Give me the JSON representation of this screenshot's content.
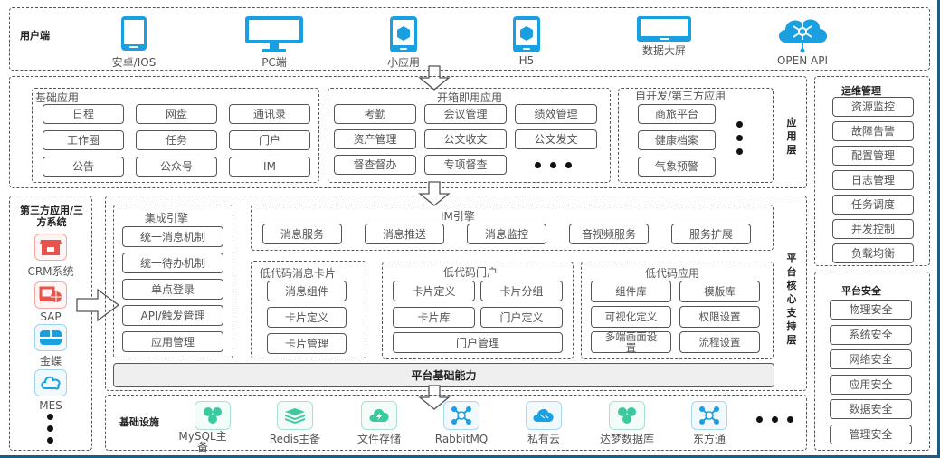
{
  "user_layer": {
    "title": "用户端",
    "clients": [
      {
        "icon": "tablet-icon",
        "label": "安卓/IOS"
      },
      {
        "icon": "monitor-icon",
        "label": "PC端"
      },
      {
        "icon": "mini-app-icon",
        "label": "小应用"
      },
      {
        "icon": "h5-icon",
        "label": "H5"
      },
      {
        "icon": "big-screen-icon",
        "label": "数据大屏"
      },
      {
        "icon": "cloud-api-icon",
        "label": "OPEN API"
      }
    ]
  },
  "app_layer": {
    "side_label": "应用层",
    "basic_apps": {
      "title": "基础应用",
      "items": [
        "日程",
        "网盘",
        "通讯录",
        "工作圈",
        "任务",
        "门户",
        "公告",
        "公众号",
        "IM"
      ]
    },
    "ready_apps": {
      "title": "开箱即用应用",
      "items": [
        "考勤",
        "会议管理",
        "绩效管理",
        "资产管理",
        "公文收文",
        "公文发文",
        "督查督办",
        "专项督查"
      ],
      "more": "more-dots"
    },
    "third_party_apps": {
      "title": "自开发/第三方应用",
      "items": [
        "商旅平台",
        "健康档案",
        "气象预警"
      ],
      "more": "more-dots"
    }
  },
  "third_party_systems": {
    "title": "第三方应用/三方系统",
    "systems": [
      {
        "icon": "crm-store-icon",
        "label": "CRM系统",
        "color": "#e8534a"
      },
      {
        "icon": "sap-computer-icon",
        "label": "SAP",
        "color": "#e8534a"
      },
      {
        "icon": "kingdee-icon",
        "label": "金蝶",
        "color": "#1aa0e0"
      },
      {
        "icon": "mes-cloud-icon",
        "label": "MES",
        "color": "#1aa0e0"
      }
    ]
  },
  "core_layer": {
    "side_label": "平台核心支持层",
    "integration_engine": {
      "title": "集成引擎",
      "items": [
        "统一消息机制",
        "统一待办机制",
        "单点登录",
        "API/触发管理",
        "应用管理"
      ]
    },
    "im_engine": {
      "title": "IM引擎",
      "items": [
        "消息服务",
        "消息推送",
        "消息监控",
        "音视频服务",
        "服务扩展"
      ]
    },
    "lowcode_card": {
      "title": "低代码消息卡片",
      "items": [
        "消息组件",
        "卡片定义",
        "卡片管理"
      ]
    },
    "lowcode_portal": {
      "title": "低代码门户",
      "items": [
        "卡片定义",
        "卡片分组",
        "卡片库",
        "门户定义",
        "门户管理"
      ]
    },
    "lowcode_app": {
      "title": "低代码应用",
      "items": [
        "组件库",
        "模版库",
        "可视化定义",
        "权限设置",
        "多端画面设置",
        "流程设置"
      ]
    },
    "foundation": "平台基础能力"
  },
  "infrastructure": {
    "title": "基础设施",
    "items": [
      {
        "icon": "mysql-icon",
        "label": "MySQL主备"
      },
      {
        "icon": "redis-icon",
        "label": "Redis主备"
      },
      {
        "icon": "file-storage-icon",
        "label": "文件存储"
      },
      {
        "icon": "rabbitmq-icon",
        "label": "RabbitMQ"
      },
      {
        "icon": "private-cloud-icon",
        "label": "私有云"
      },
      {
        "icon": "dameng-db-icon",
        "label": "达梦数据库"
      },
      {
        "icon": "dongfangtong-icon",
        "label": "东方通"
      }
    ]
  },
  "ops": {
    "title": "运维管理",
    "items": [
      "资源监控",
      "故障告警",
      "配置管理",
      "日志管理",
      "任务调度",
      "并发控制",
      "负载均衡"
    ]
  },
  "security": {
    "title": "平台安全",
    "items": [
      "物理安全",
      "系统安全",
      "网络安全",
      "应用安全",
      "数据安全",
      "管理安全"
    ]
  },
  "colors": {
    "icon_blue": "#1aa0e0",
    "icon_red": "#e8534a",
    "icon_green": "#3cc9a0",
    "frame": "#1d5c86"
  }
}
